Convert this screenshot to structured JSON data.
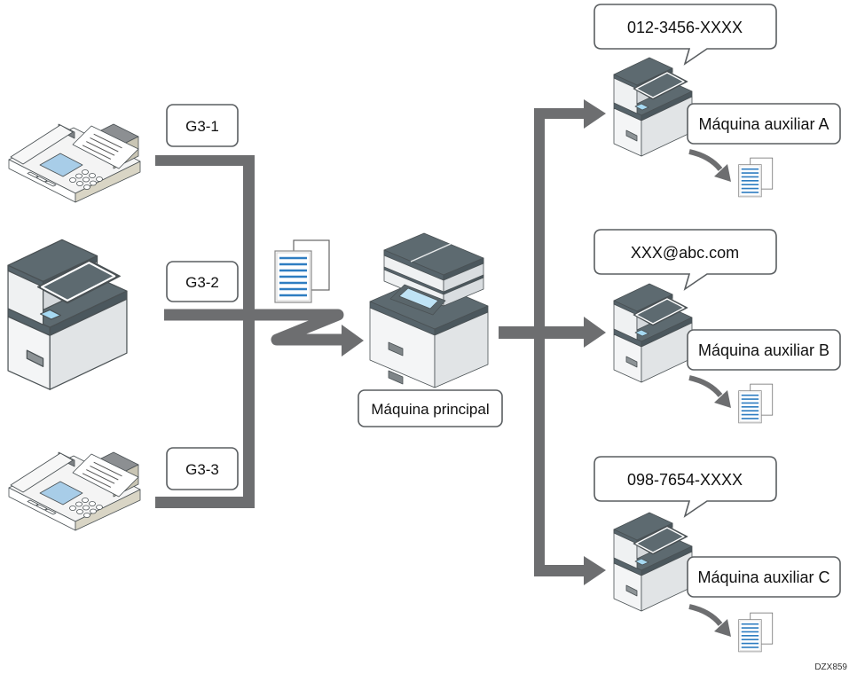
{
  "diagram": {
    "sources": [
      {
        "line_label": "G3-1",
        "device": "fax-machine"
      },
      {
        "line_label": "G3-2",
        "device": "multifunction-printer"
      },
      {
        "line_label": "G3-3",
        "device": "fax-machine"
      }
    ],
    "main_machine": {
      "label": "Máquina principal"
    },
    "sub_machines": [
      {
        "label": "Máquina auxiliar A",
        "destination": "012-3456-XXXX"
      },
      {
        "label": "Máquina auxiliar B",
        "destination": "XXX@abc.com"
      },
      {
        "label": "Máquina auxiliar C",
        "destination": "098-7654-XXXX"
      }
    ],
    "figure_code": "DZX859",
    "colors": {
      "connector": "#6d6e70",
      "document_lines": "#2e7dc1",
      "device_dark": "#5d6a70",
      "panel_screen": "#a6d9f2"
    }
  }
}
